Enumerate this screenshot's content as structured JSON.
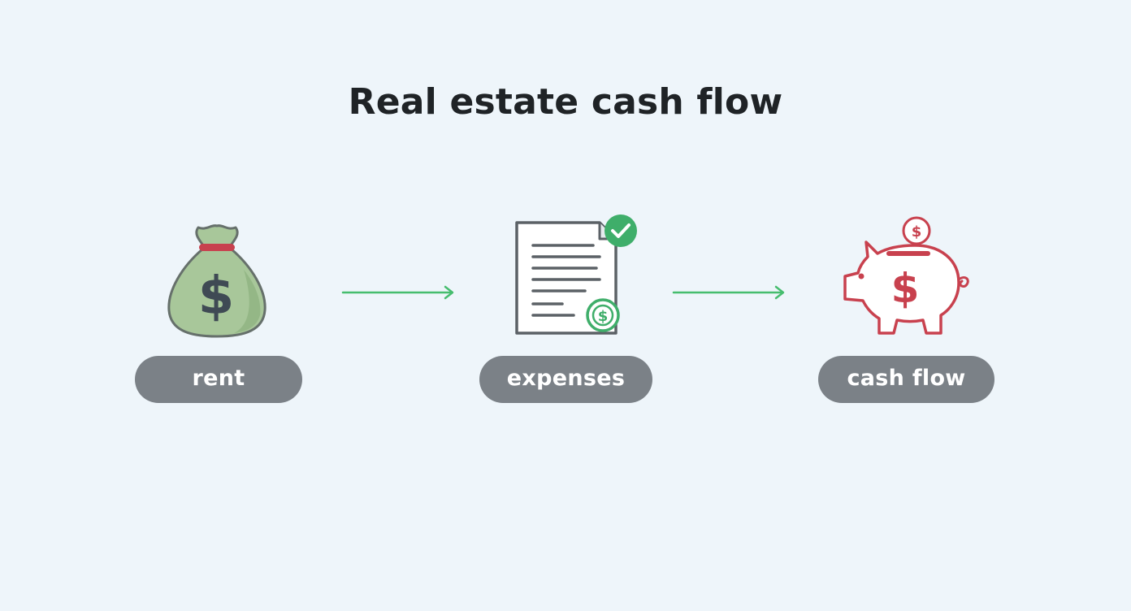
{
  "title": "Real estate cash flow",
  "steps": [
    {
      "label": "rent",
      "icon": "money-bag-icon"
    },
    {
      "label": "expenses",
      "icon": "invoice-document-icon"
    },
    {
      "label": "cash flow",
      "icon": "piggy-bank-icon"
    }
  ],
  "colors": {
    "background": "#eef5fa",
    "pill": "#7b8187",
    "arrow": "#46bd6e",
    "money_green": "#a8c79a",
    "piggy_red": "#c8414e",
    "document_gray": "#5b6166"
  }
}
